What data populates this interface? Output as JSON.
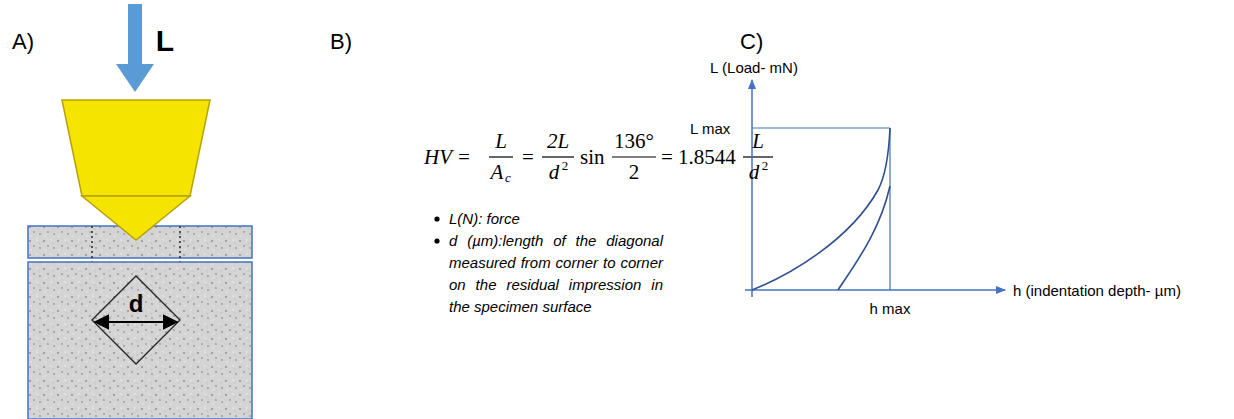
{
  "diagram": {
    "labels": [
      "A)",
      "L",
      "d",
      "B)",
      "HV =",
      "L",
      "A",
      "c",
      "=",
      "2L",
      "d",
      "2",
      "sin",
      "136°",
      "2",
      "= 1.8544",
      "L",
      "d",
      "2",
      "L(N): force",
      "d (µm):length of the diagonal measured from corner to corner on the residual impression in the specimen surface",
      "C)",
      "L (Load- mN)",
      "L max",
      "h (indentation depth- µm)",
      "h max"
    ]
  }
}
